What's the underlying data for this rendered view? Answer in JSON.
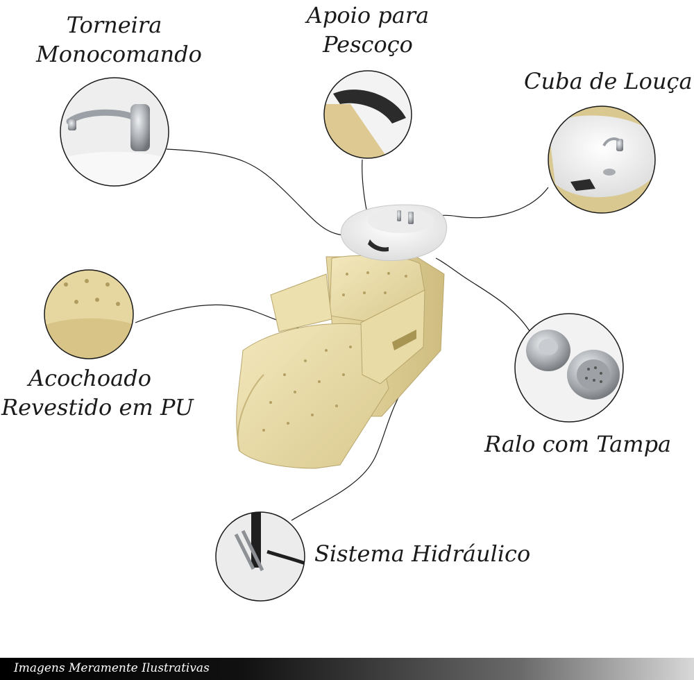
{
  "labels": {
    "torneira": [
      "Torneira",
      "Monocomando"
    ],
    "apoio": [
      "Apoio para",
      "Pescoço"
    ],
    "cuba": "Cuba de Louça",
    "acochoado": [
      "Acochoado",
      "Revestido em PU"
    ],
    "ralo": "Ralo com Tampa",
    "sistema": "Sistema Hidráulico"
  },
  "footer": "Imagens Meramente Ilustrativas",
  "colors": {
    "upholstery": "#e9dcaa",
    "basin": "#f6f6f6",
    "chrome": "#b9bcc0",
    "ink": "#1a1a1a"
  }
}
